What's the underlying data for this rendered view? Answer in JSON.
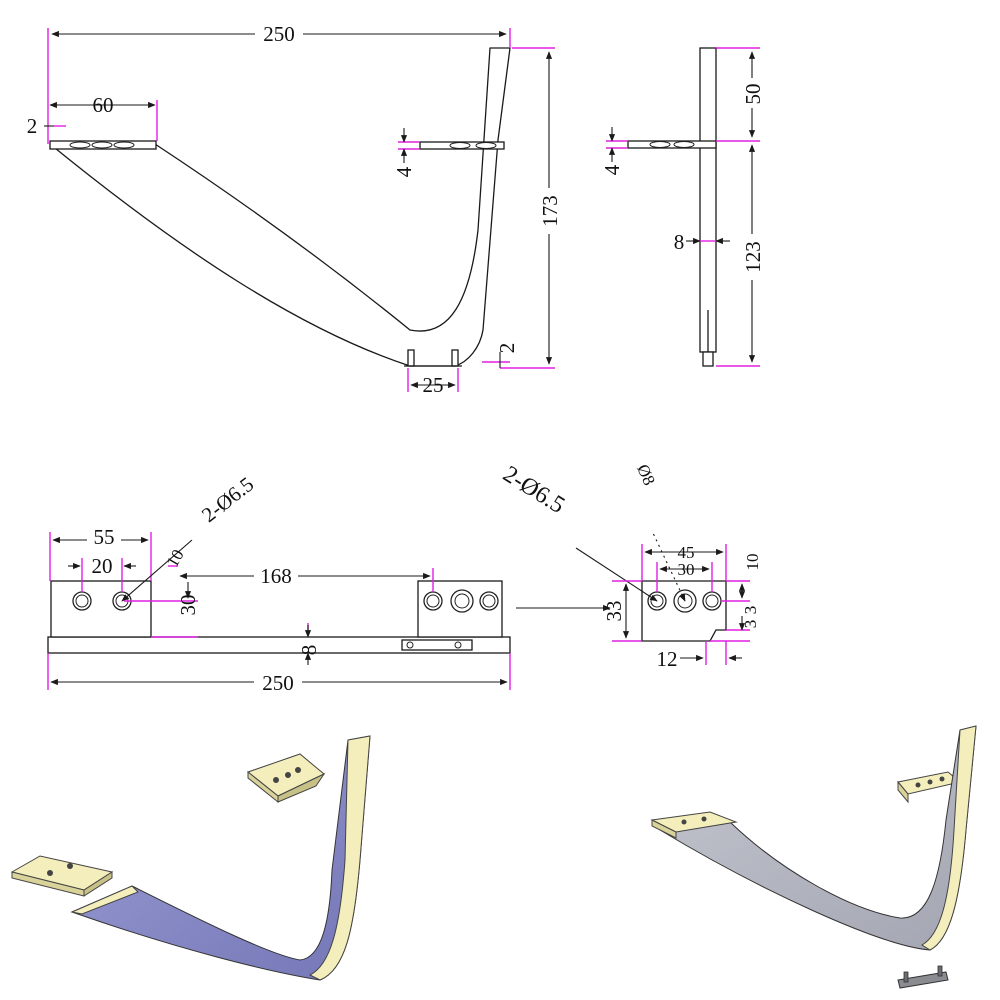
{
  "dimensions": {
    "front_width": "250",
    "front_flange": "60",
    "front_offset": "2",
    "front_thickness": "4",
    "front_height": "173",
    "front_foot_gap": "2",
    "front_foot": "25",
    "side_top": "50",
    "side_thickness": "4",
    "side_width": "8",
    "side_lower": "123",
    "plan_bracket": "55",
    "plan_hole_pitch": "20",
    "plan_hole_spec": "2-Ø6.5",
    "plan_inner": "10",
    "plan_span": "168",
    "plan_bracket_height": "30",
    "plan_thickness": "8",
    "plan_total": "250",
    "detail_hole_spec": "2-Ø6.5",
    "detail_center_hole": "Ø8",
    "detail_width": "45",
    "detail_pitch": "30",
    "detail_top": "10",
    "detail_height": "33",
    "detail_step": "3",
    "detail_notch": "12"
  },
  "colors": {
    "line": "#1a1a1a",
    "extension": "#e020e0",
    "plate_face": "#f3eebb",
    "leg_top_blue": "#8d8fca",
    "leg_top_gray": "#b4b6c2"
  }
}
